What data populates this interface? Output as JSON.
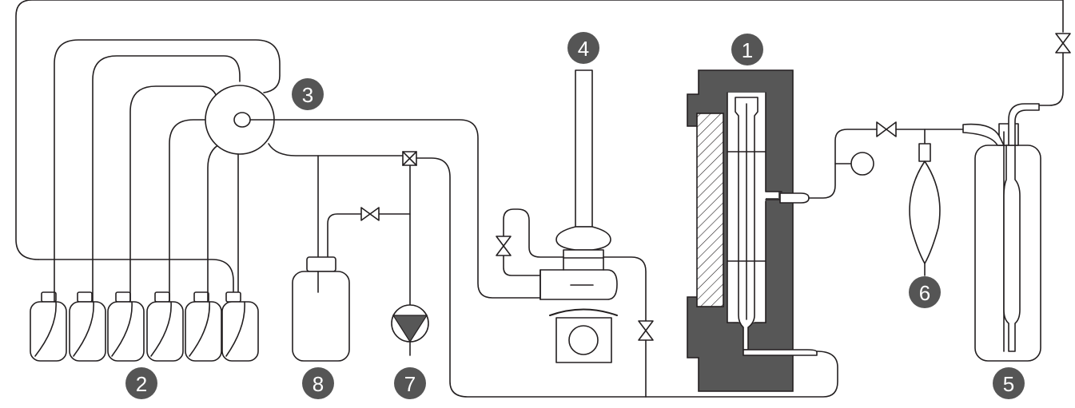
{
  "labels": {
    "column": "1",
    "sample_bottles": "2",
    "selector_valve": "3",
    "condenser": "4",
    "collection_flask": "5",
    "sample_bag": "6",
    "pump": "7",
    "reservoir_bottle": "8"
  },
  "colors": {
    "line": "#231f20",
    "badge": "#555555",
    "badge_text": "#ffffff",
    "housing": "#575757"
  }
}
